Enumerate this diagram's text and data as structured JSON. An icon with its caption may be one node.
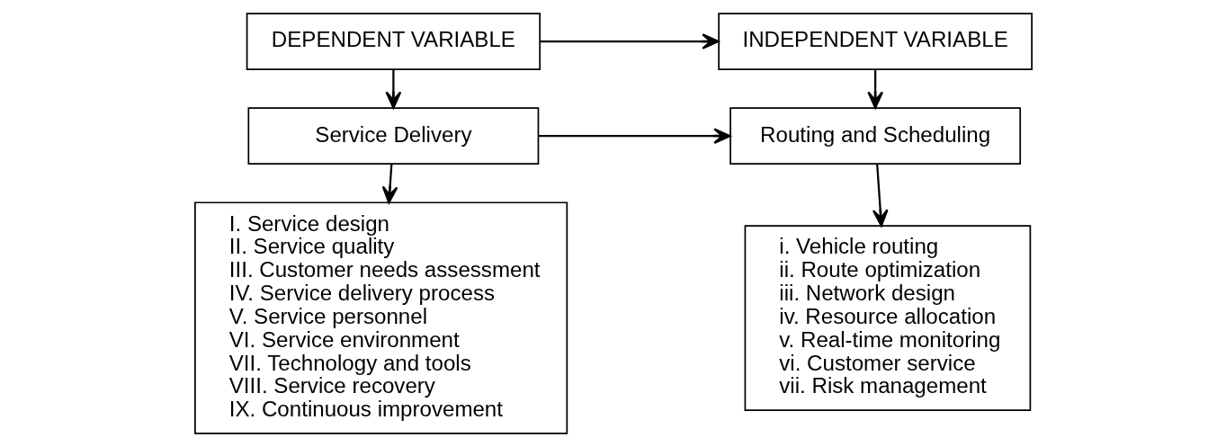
{
  "diagram": {
    "nodes": [
      {
        "text": [
          "INDEPENDENT VARIABLE"
        ]
      },
      {
        "text": [
          "DEPENDENT VARIABLE"
        ]
      },
      {
        "text": [
          "Routing and Scheduling"
        ]
      },
      {
        "text": [
          "Service Delivery"
        ]
      },
      {
        "text": [
          "i. Vehicle routing",
          "ii. Route optimization",
          "iii. Network design",
          "iv. Resource allocation",
          "v. Real-time monitoring",
          "vi. Customer service",
          "vii. Risk management"
        ]
      },
      {
        "text": [
          "I. Service design",
          "II. Service quality",
          "III. Customer needs assessment",
          "IV. Service delivery process",
          "V. Service personnel",
          "VI. Service environment",
          "VII. Technology and tools",
          "VIII. Service recovery",
          "IX. Continuous improvement"
        ]
      }
    ],
    "edges": [
      {
        "from": 1,
        "to": 0,
        "arrow": "to"
      },
      {
        "from": 0,
        "to": 2,
        "arrow": "to"
      },
      {
        "from": 1,
        "to": 3,
        "arrow": "to"
      },
      {
        "from": 3,
        "to": 2,
        "arrow": "to"
      },
      {
        "from": 2,
        "to": 4,
        "arrow": "to"
      },
      {
        "from": 3,
        "to": 5,
        "arrow": "to"
      }
    ]
  }
}
